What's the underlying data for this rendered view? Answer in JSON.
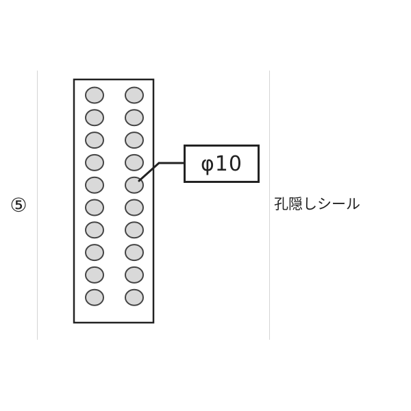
{
  "item_number": "⑤",
  "product_name": "孔隠しシール",
  "callout": {
    "text": "φ10"
  },
  "sheet": {
    "columns": 2,
    "rows": 10,
    "hole_color": "#d9d9d9",
    "hole_stroke": "#444444"
  },
  "colors": {
    "line": "#222222",
    "divider": "#d4d4d4"
  }
}
